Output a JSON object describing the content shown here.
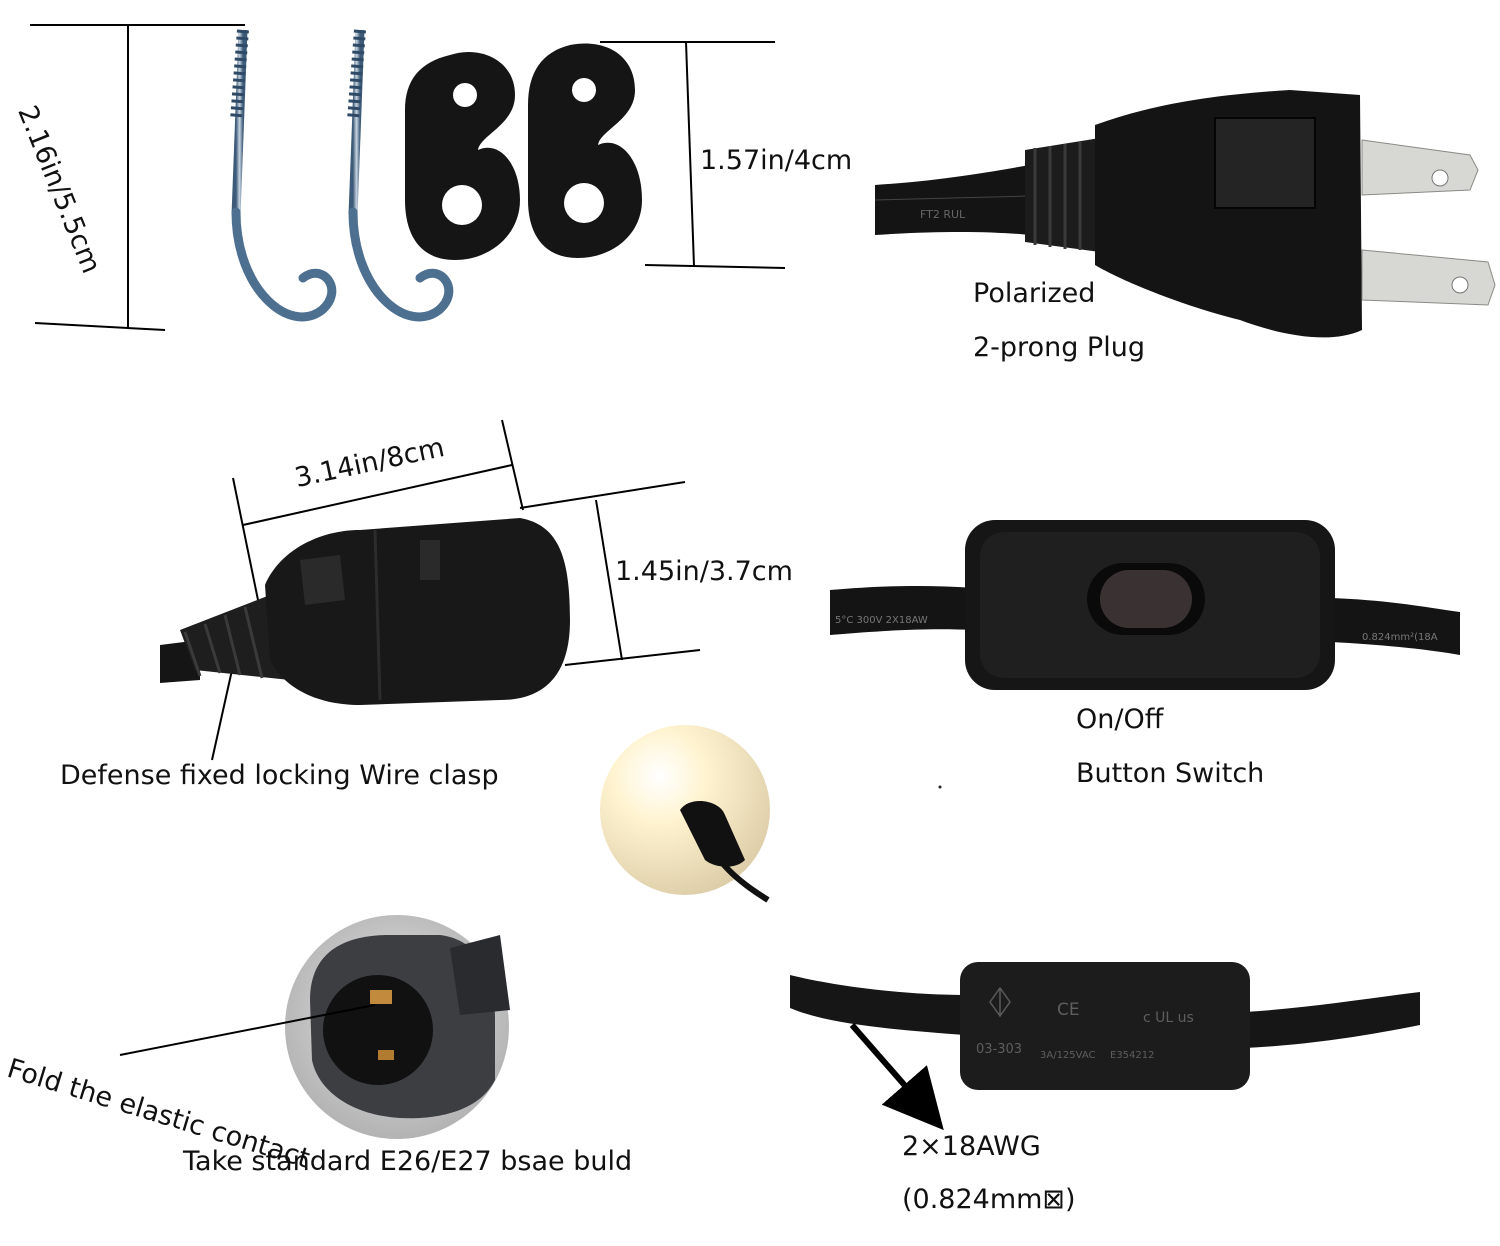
{
  "hooks": {
    "height_label": "2.16in/5.5cm",
    "clip_height_label": "1.57in/4cm"
  },
  "plug": {
    "line1": "Polarized",
    "line2": "2-prong Plug",
    "cord_print": "FT2  RUL"
  },
  "socket": {
    "width_label": "3.14in/8cm",
    "height_label": "1.45in/3.7cm",
    "clasp_label": "Defense fixed locking Wire clasp"
  },
  "switch": {
    "line1": "On/Off",
    "line2": "Button Switch",
    "cord_print_left": "5°C  300V  2X18AW",
    "cord_print_right": "0.824mm²(18A"
  },
  "socket_inner": {
    "contact_label": "Fold the elastic contact",
    "bulb_label": "Take standard E26/E27 bsae buld"
  },
  "inline_switch": {
    "model": "03-303",
    "rating": "3A/125VAC",
    "file_no": "E354212",
    "ce_mark": "CE",
    "ul_mark": "c UL us",
    "wire_line1": "2×18AWG",
    "wire_line2": "(0.824mm⊠)"
  },
  "colors": {
    "product_black": "#141414",
    "hook_steel": "#6f8ba6",
    "bulb_glow": "#fff1c8"
  }
}
